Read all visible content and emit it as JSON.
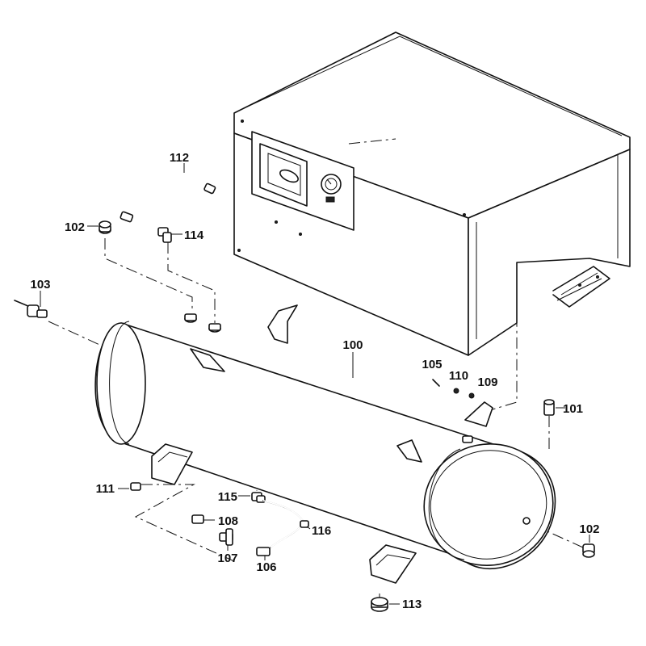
{
  "labels": {
    "p100": "100",
    "p101": "101",
    "p102_top": "102",
    "p102_bottom": "102",
    "p103": "103",
    "p105": "105",
    "p106": "106",
    "p107": "107",
    "p108": "108",
    "p109": "109",
    "p110": "110",
    "p111": "111",
    "p112": "112",
    "p113": "113",
    "p114": "114",
    "p115": "115",
    "p116": "116"
  }
}
